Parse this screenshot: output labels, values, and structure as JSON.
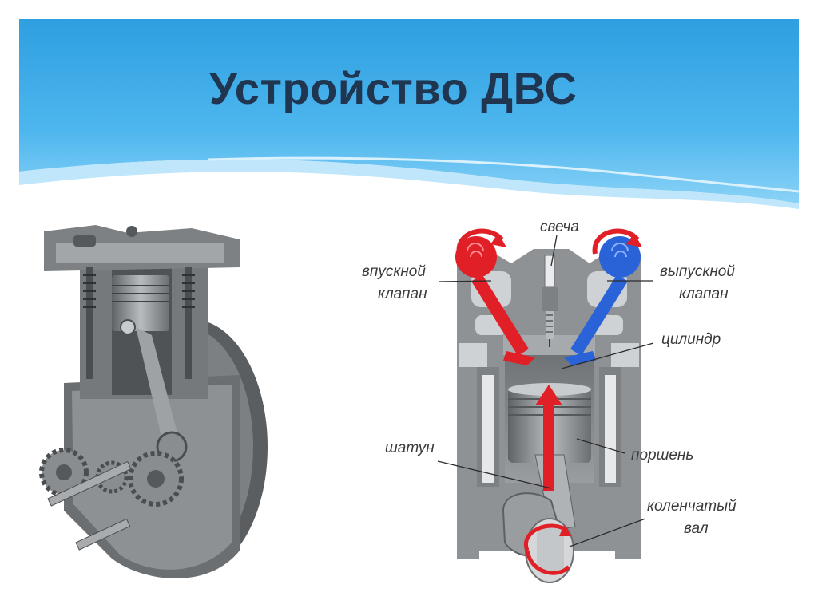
{
  "slide": {
    "title": "Устройство ДВС"
  },
  "diagram": {
    "labels": {
      "spark_plug": "свеча",
      "intake_valve_1": "впускной",
      "intake_valve_2": "клапан",
      "exhaust_valve_1": "выпускной",
      "exhaust_valve_2": "клапан",
      "cylinder": "цилиндр",
      "connecting_rod": "шатун",
      "piston": "поршень",
      "crankshaft_1": "коленчатый",
      "crankshaft_2": "вал"
    },
    "colors": {
      "intake": "#e01f26",
      "exhaust": "#2a62d8",
      "body": "#8c8f92",
      "title": "#1f3550"
    }
  }
}
